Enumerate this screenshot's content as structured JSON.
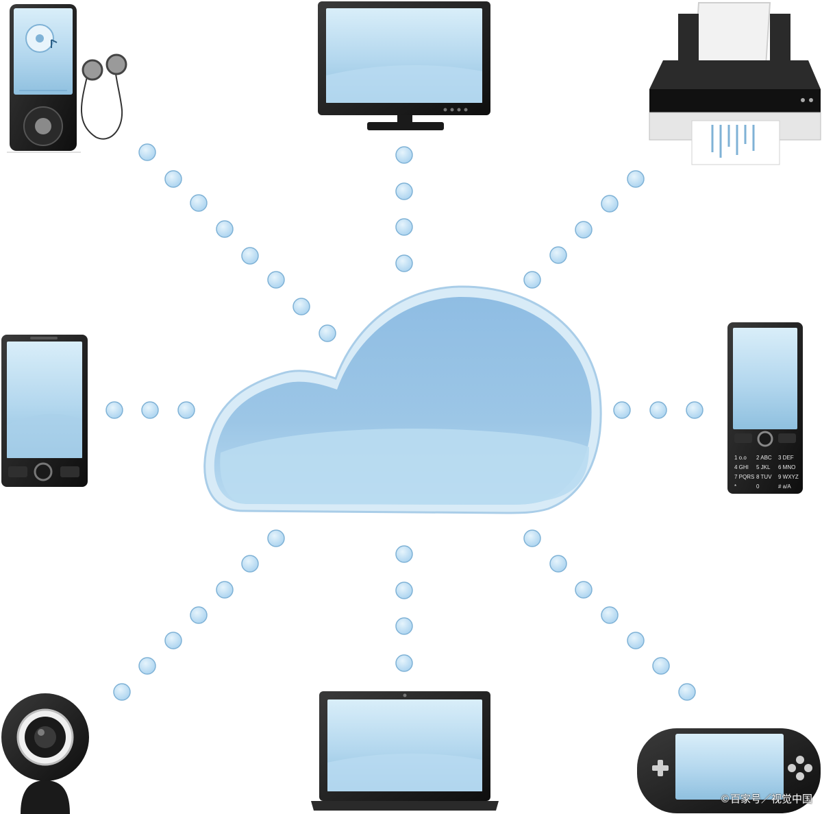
{
  "colors": {
    "screen_light": "#cfe6f4",
    "screen_dark": "#8fc0df",
    "device_body": "#1c1c1c",
    "cloud_fill": "#9cc6e6",
    "cloud_rim": "#d8ebf7",
    "dot_fill": "#b9dcf3",
    "dot_stroke": "#7fb2d6"
  },
  "icons": [
    "media-player-icon",
    "monitor-icon",
    "printer-icon",
    "smartphone-icon",
    "keypad-phone-icon",
    "webcam-icon",
    "laptop-icon",
    "game-console-icon",
    "cloud-icon"
  ],
  "phone_keys": [
    "1 o.o",
    "2 ABC",
    "3 DEF",
    "4 GHI",
    "5 JKL",
    "6 MNO",
    "7 PQRS",
    "8 TUV",
    "9 WXYZ",
    "*",
    "0",
    "# a/A"
  ],
  "watermark": "©百家号／视觉中国"
}
